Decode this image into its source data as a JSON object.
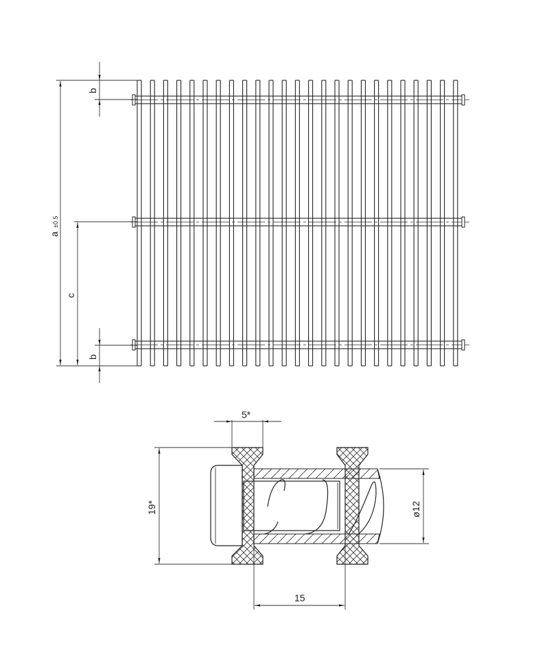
{
  "grid_view": {
    "bar_count": 25,
    "rail_count": 3,
    "labels": {
      "a": "a",
      "a_tolerance": "±0.5",
      "b_top": "b",
      "b_bottom": "b",
      "c": "c"
    }
  },
  "section_view": {
    "labels": {
      "flange_width": "5*",
      "height": "19*",
      "diameter": "ø12",
      "spacing": "15"
    }
  },
  "colors": {
    "line": "#222222",
    "background": "#ffffff"
  }
}
